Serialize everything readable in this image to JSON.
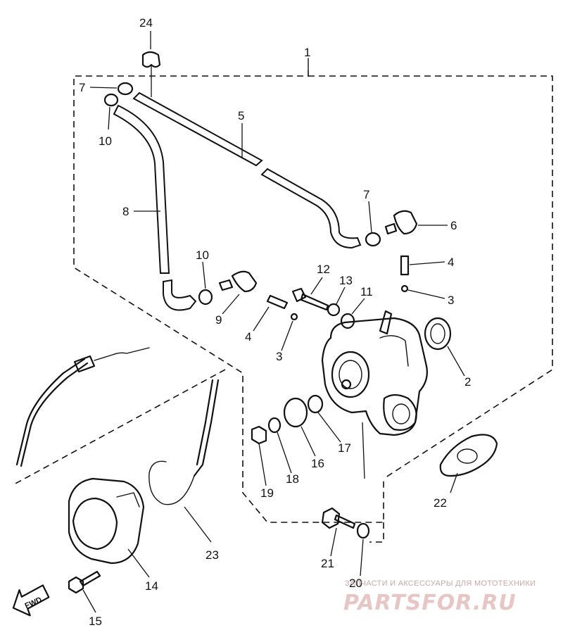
{
  "callouts": [
    {
      "id": "c1",
      "text": "1"
    },
    {
      "id": "c2",
      "text": "2"
    },
    {
      "id": "c3a",
      "text": "3"
    },
    {
      "id": "c3b",
      "text": "3"
    },
    {
      "id": "c4a",
      "text": "4"
    },
    {
      "id": "c4b",
      "text": "4"
    },
    {
      "id": "c5",
      "text": "5"
    },
    {
      "id": "c6",
      "text": "6"
    },
    {
      "id": "c7a",
      "text": "7"
    },
    {
      "id": "c7b",
      "text": "7"
    },
    {
      "id": "c8",
      "text": "8"
    },
    {
      "id": "c9",
      "text": "9"
    },
    {
      "id": "c10a",
      "text": "10"
    },
    {
      "id": "c10b",
      "text": "10"
    },
    {
      "id": "c11",
      "text": "11"
    },
    {
      "id": "c12",
      "text": "12"
    },
    {
      "id": "c13",
      "text": "13"
    },
    {
      "id": "c14",
      "text": "14"
    },
    {
      "id": "c15",
      "text": "15"
    },
    {
      "id": "c16",
      "text": "16"
    },
    {
      "id": "c17",
      "text": "17"
    },
    {
      "id": "c18",
      "text": "18"
    },
    {
      "id": "c19",
      "text": "19"
    },
    {
      "id": "c20",
      "text": "20"
    },
    {
      "id": "c21",
      "text": "21"
    },
    {
      "id": "c22",
      "text": "22"
    },
    {
      "id": "c23",
      "text": "23"
    },
    {
      "id": "c24",
      "text": "24"
    }
  ],
  "fwd_label": "FWD",
  "watermark": {
    "subtitle": "ЗАПЧАСТИ И АКСЕССУАРЫ ДЛЯ МОТОТЕХНИКИ",
    "brand": "PARTSFOR.RU"
  }
}
